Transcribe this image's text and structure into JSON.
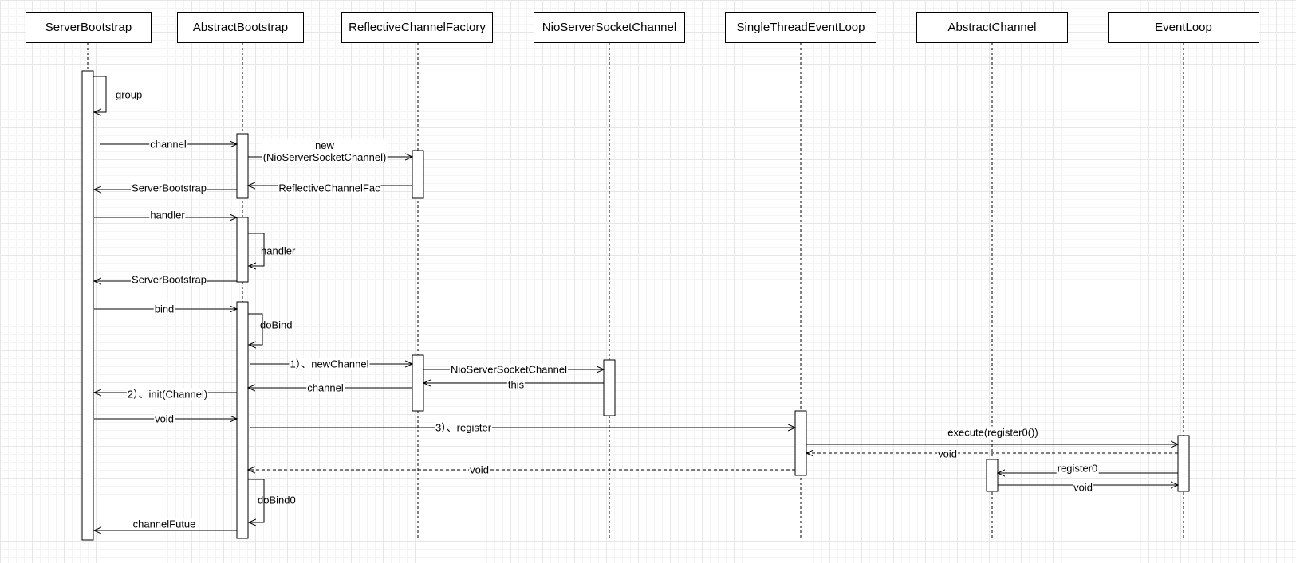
{
  "participants": [
    {
      "id": "ServerBootstrap",
      "name": "ServerBootstrap"
    },
    {
      "id": "AbstractBootstrap",
      "name": "AbstractBootstrap"
    },
    {
      "id": "ReflectiveChannelFactory",
      "name": "ReflectiveChannelFactory"
    },
    {
      "id": "NioServerSocketChannel",
      "name": "NioServerSocketChannel"
    },
    {
      "id": "SingleThreadEventLoop",
      "name": "SingleThreadEventLoop"
    },
    {
      "id": "AbstractChannel",
      "name": "AbstractChannel"
    },
    {
      "id": "EventLoop",
      "name": "EventLoop"
    }
  ],
  "messages": [
    {
      "from": "ServerBootstrap",
      "to": "ServerBootstrap",
      "label": "group",
      "kind": "self"
    },
    {
      "from": "ServerBootstrap",
      "to": "AbstractBootstrap",
      "label": "channel",
      "kind": "call"
    },
    {
      "from": "AbstractBootstrap",
      "to": "ReflectiveChannelFactory",
      "label": "new\n(NioServerSocketChannel)",
      "kind": "call"
    },
    {
      "from": "ReflectiveChannelFactory",
      "to": "AbstractBootstrap",
      "label": "ReflectiveChannelFac",
      "kind": "return"
    },
    {
      "from": "AbstractBootstrap",
      "to": "ServerBootstrap",
      "label": "ServerBootstrap",
      "kind": "return"
    },
    {
      "from": "ServerBootstrap",
      "to": "AbstractBootstrap",
      "label": "handler",
      "kind": "call"
    },
    {
      "from": "AbstractBootstrap",
      "to": "AbstractBootstrap",
      "label": "handler",
      "kind": "self"
    },
    {
      "from": "AbstractBootstrap",
      "to": "ServerBootstrap",
      "label": "ServerBootstrap",
      "kind": "return"
    },
    {
      "from": "ServerBootstrap",
      "to": "AbstractBootstrap",
      "label": "bind",
      "kind": "call"
    },
    {
      "from": "AbstractBootstrap",
      "to": "AbstractBootstrap",
      "label": "doBind",
      "kind": "self"
    },
    {
      "from": "AbstractBootstrap",
      "to": "ReflectiveChannelFactory",
      "label": "1）、newChannel",
      "kind": "call"
    },
    {
      "from": "ReflectiveChannelFactory",
      "to": "NioServerSocketChannel",
      "label": "NioServerSocketChannel",
      "kind": "call"
    },
    {
      "from": "NioServerSocketChannel",
      "to": "ReflectiveChannelFactory",
      "label": "this",
      "kind": "return"
    },
    {
      "from": "ReflectiveChannelFactory",
      "to": "AbstractBootstrap",
      "label": "channel",
      "kind": "return"
    },
    {
      "from": "AbstractBootstrap",
      "to": "ServerBootstrap",
      "label": "2）、init(Channel)",
      "kind": "call"
    },
    {
      "from": "ServerBootstrap",
      "to": "AbstractBootstrap",
      "label": "void",
      "kind": "call"
    },
    {
      "from": "AbstractBootstrap",
      "to": "SingleThreadEventLoop",
      "label": "3）、register",
      "kind": "call"
    },
    {
      "from": "SingleThreadEventLoop",
      "to": "EventLoop",
      "label": "execute(register0())",
      "kind": "call"
    },
    {
      "from": "EventLoop",
      "to": "SingleThreadEventLoop",
      "label": "void",
      "kind": "dashed"
    },
    {
      "from": "SingleThreadEventLoop",
      "to": "AbstractBootstrap",
      "label": "void",
      "kind": "dashed"
    },
    {
      "from": "EventLoop",
      "to": "AbstractChannel",
      "label": "register0",
      "kind": "call"
    },
    {
      "from": "AbstractChannel",
      "to": "EventLoop",
      "label": "void",
      "kind": "call"
    },
    {
      "from": "AbstractBootstrap",
      "to": "AbstractBootstrap",
      "label": "doBind0",
      "kind": "self"
    },
    {
      "from": "AbstractBootstrap",
      "to": "ServerBootstrap",
      "label": "channelFutue",
      "kind": "return"
    }
  ]
}
